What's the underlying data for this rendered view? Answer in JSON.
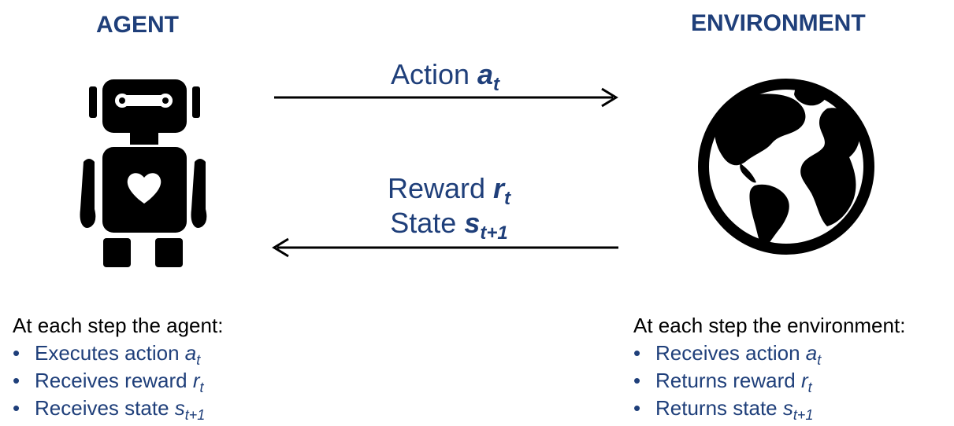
{
  "agent": {
    "heading": "AGENT",
    "summary_intro": "At each step the agent:",
    "items": [
      {
        "text": "Executes action ",
        "sym": "a",
        "sub": "t"
      },
      {
        "text": "Receives reward ",
        "sym": "r",
        "sub": "t"
      },
      {
        "text": "Receives state ",
        "sym": "s",
        "sub": "t+1"
      }
    ]
  },
  "environment": {
    "heading": "ENVIRONMENT",
    "summary_intro": "At each step the environment:",
    "items": [
      {
        "text": "Receives action ",
        "sym": "a",
        "sub": "t"
      },
      {
        "text": "Returns reward ",
        "sym": "r",
        "sub": "t"
      },
      {
        "text": "Returns state ",
        "sym": "s",
        "sub": "t+1"
      }
    ]
  },
  "action_arrow": {
    "label": "Action ",
    "sym": "a",
    "sub": "t"
  },
  "feedback_arrow": {
    "reward_label": "Reward ",
    "reward_sym": "r",
    "reward_sub": "t",
    "state_label": "State ",
    "state_sym": "s",
    "state_sub": "t+1"
  },
  "colors": {
    "text_blue": "#1f3f7a",
    "icon": "#000000"
  },
  "icons": {
    "agent": "robot-icon",
    "environment": "globe-icon"
  },
  "bullet": "•"
}
